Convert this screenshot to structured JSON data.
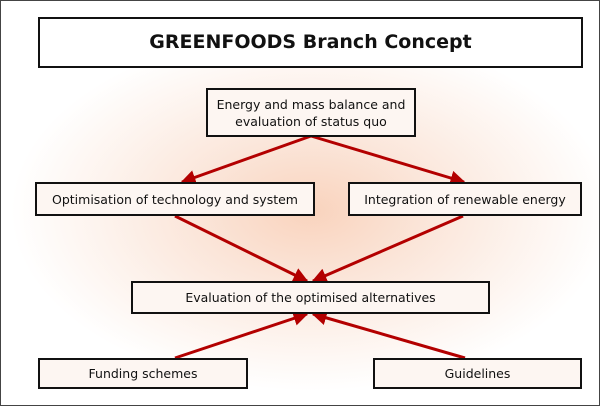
{
  "diagram": {
    "title": "GREENFOODS Branch Concept",
    "nodes": {
      "energy": {
        "line1": "Energy and mass balance and",
        "line2": "evaluation of status quo"
      },
      "optimisation": "Optimisation of technology and system",
      "integration": "Integration of renewable energy",
      "evaluation": "Evaluation of the optimised alternatives",
      "funding": "Funding schemes",
      "guidelines": "Guidelines"
    },
    "edges": [
      {
        "from": "energy",
        "to": "optimisation"
      },
      {
        "from": "energy",
        "to": "integration"
      },
      {
        "from": "optimisation",
        "to": "evaluation"
      },
      {
        "from": "integration",
        "to": "evaluation"
      },
      {
        "from": "funding",
        "to": "evaluation"
      },
      {
        "from": "guidelines",
        "to": "evaluation"
      }
    ],
    "arrow_color": "#b30000"
  }
}
